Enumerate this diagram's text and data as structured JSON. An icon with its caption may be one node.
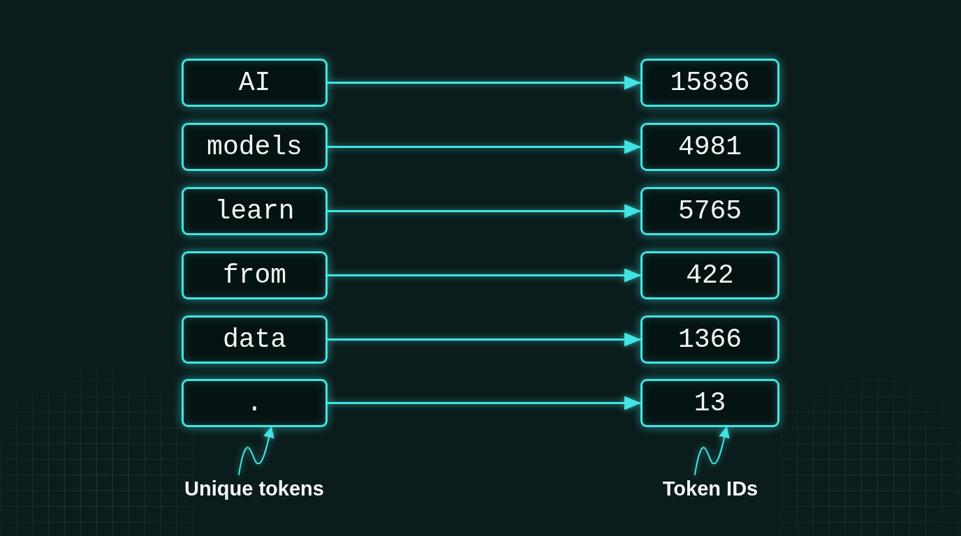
{
  "diagram": {
    "nodes": [
      {
        "text": [
          "AI"
        ]
      },
      {
        "text": [
          "15836"
        ]
      },
      {
        "text": [
          "models"
        ]
      },
      {
        "text": [
          "4981"
        ]
      },
      {
        "text": [
          "learn"
        ]
      },
      {
        "text": [
          "5765"
        ]
      },
      {
        "text": [
          "from"
        ]
      },
      {
        "text": [
          "422"
        ]
      },
      {
        "text": [
          "data"
        ]
      },
      {
        "text": [
          "1366"
        ]
      },
      {
        "text": [
          "."
        ]
      },
      {
        "text": [
          "13"
        ]
      },
      {
        "text": [
          "Unique tokens"
        ]
      },
      {
        "text": [
          "Token IDs"
        ]
      }
    ],
    "edges": [
      {
        "from": 0,
        "to": 1,
        "arrow": "to"
      },
      {
        "from": 2,
        "to": 3,
        "arrow": "to"
      },
      {
        "from": 4,
        "to": 5,
        "arrow": "to"
      },
      {
        "from": 6,
        "to": 7,
        "arrow": "to"
      },
      {
        "from": 8,
        "to": 9,
        "arrow": "to"
      },
      {
        "from": 10,
        "to": 11,
        "arrow": "to"
      },
      {
        "from": 12,
        "to": 10,
        "arrow": "to"
      },
      {
        "from": 13,
        "to": 11,
        "arrow": "to"
      }
    ]
  }
}
